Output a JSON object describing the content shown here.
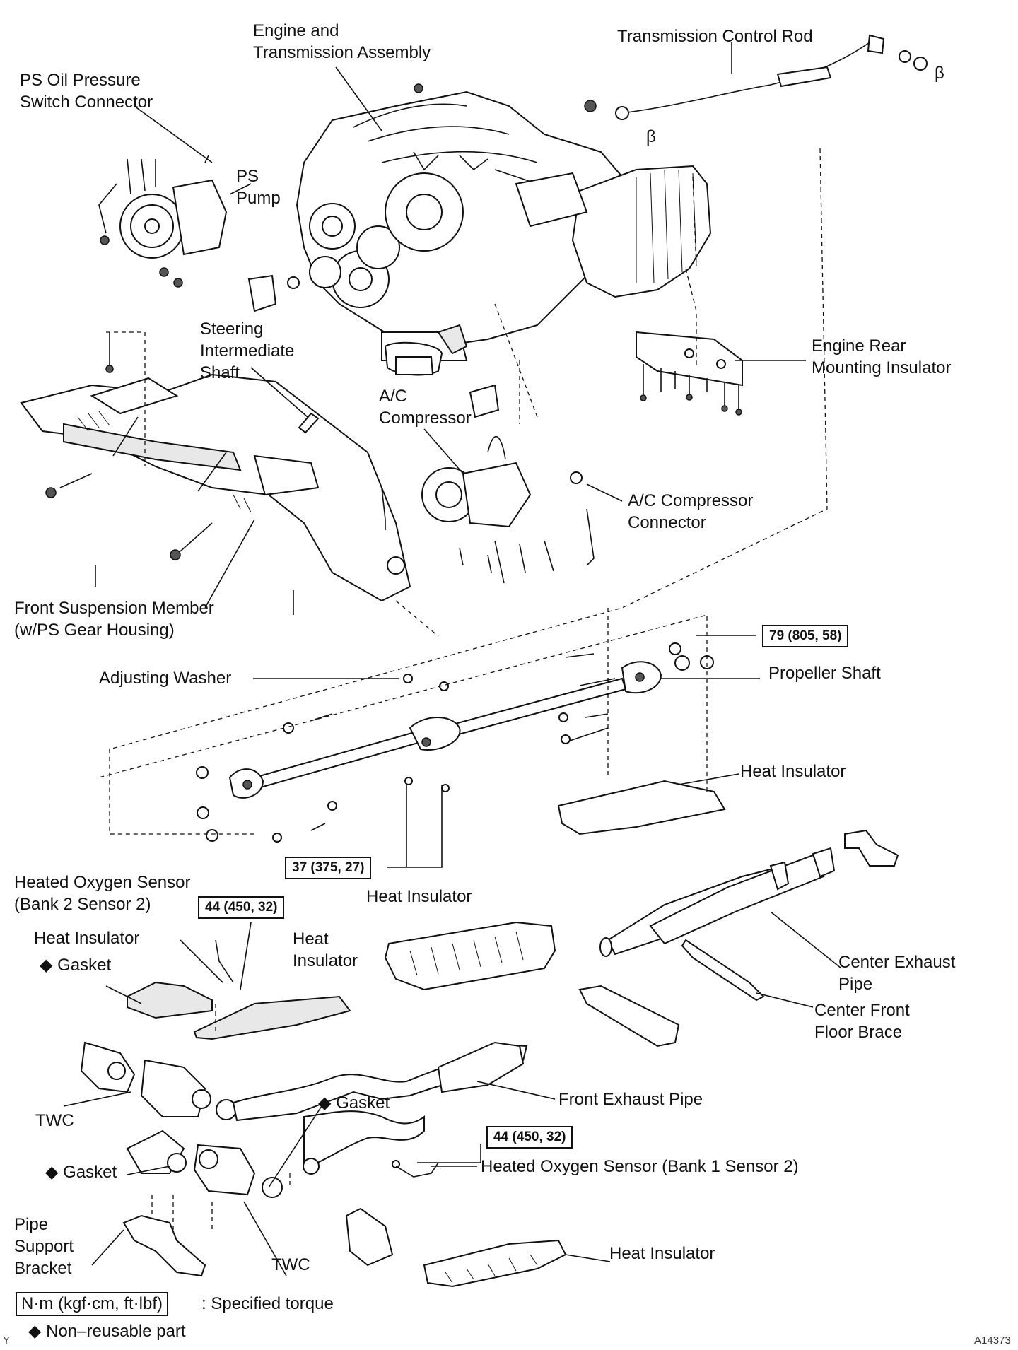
{
  "labels": {
    "engine_transmission": "Engine and\nTransmission Assembly",
    "transmission_control_rod": "Transmission Control Rod",
    "ps_oil_pressure_switch": "PS Oil Pressure\nSwitch Connector",
    "ps_pump": "PS\nPump",
    "steering_intermediate_shaft": "Steering\nIntermediate\nShaft",
    "engine_rear_mounting_insulator": "Engine Rear\nMounting Insulator",
    "ac_compressor": "A/C\nCompressor",
    "ac_compressor_connector": "A/C Compressor\nConnector",
    "front_suspension_member": "Front Suspension Member\n(w/PS Gear Housing)",
    "adjusting_washer": "Adjusting Washer",
    "propeller_shaft": "Propeller Shaft",
    "heat_insulator_upper": "Heat Insulator",
    "heated_oxygen_sensor_b2s2": "Heated Oxygen Sensor\n(Bank 2 Sensor 2)",
    "heat_insulator_center": "Heat Insulator",
    "heat_insulator_left": "Heat Insulator",
    "gasket_left": "◆ Gasket",
    "heat_insulator_mid": "Heat\nInsulator",
    "center_exhaust_pipe": "Center Exhaust\nPipe",
    "center_front_floor_brace": "Center Front\nFloor Brace",
    "twc_upper": "TWC",
    "gasket_center": "◆ Gasket",
    "front_exhaust_pipe": "Front Exhaust Pipe",
    "gasket_lower": "◆ Gasket",
    "heated_oxygen_sensor_b1s2": "Heated Oxygen Sensor (Bank 1 Sensor 2)",
    "pipe_support_bracket": "Pipe\nSupport\nBracket",
    "twc_lower": "TWC",
    "heat_insulator_bottom": "Heat Insulator",
    "beta_1": "β",
    "beta_2": "β"
  },
  "torques": {
    "t79": "79 (805, 58)",
    "t37": "37 (375, 27)",
    "t44_upper": "44 (450, 32)",
    "t44_lower": "44 (450, 32)"
  },
  "legend": {
    "torque_box": "N·m (kgf·cm, ft·lbf)",
    "torque_text": ": Specified torque",
    "nonreusable": "◆ Non–reusable part"
  },
  "corner_marks": {
    "left": "Y",
    "figure_code": "A14373"
  }
}
